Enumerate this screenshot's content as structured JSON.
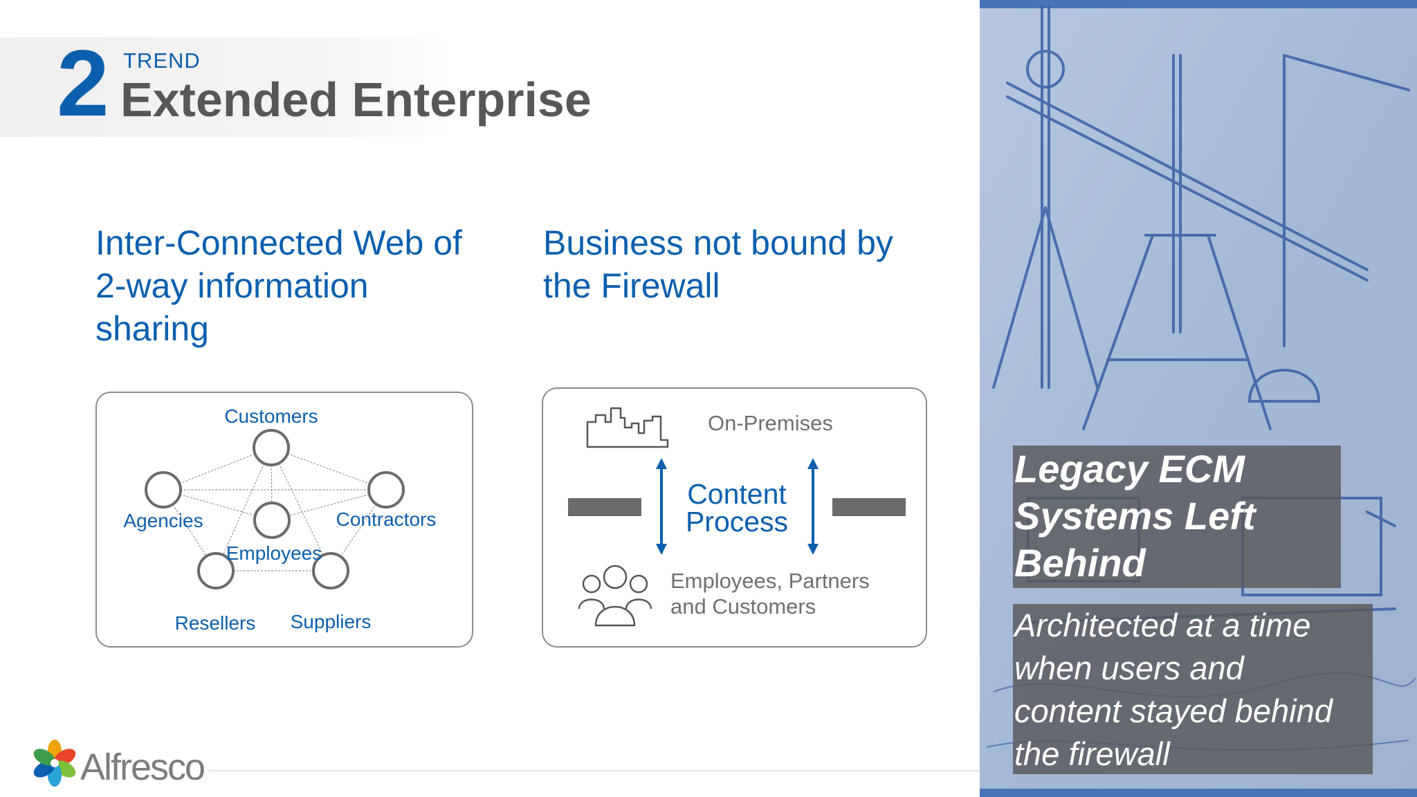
{
  "header": {
    "number": "2",
    "label": "TREND",
    "title": "Extended Enterprise"
  },
  "left_section": {
    "heading_lines": [
      "Inter-Connected Web of",
      "2-way information",
      "sharing"
    ],
    "nodes": [
      "Customers",
      "Agencies",
      "Contractors",
      "Employees",
      "Resellers",
      "Suppliers"
    ]
  },
  "right_section": {
    "heading_lines": [
      "Business not bound by",
      "the Firewall"
    ],
    "on_premises": "On-Premises",
    "center_lines": [
      "Content",
      "Process"
    ],
    "people_lines": [
      "Employees, Partners",
      "and Customers"
    ]
  },
  "image_caption": {
    "title_lines": [
      "Legacy ECM",
      "Systems Left",
      "Behind"
    ],
    "body_lines": [
      "Architected at a time",
      "when users and",
      "content stayed behind",
      "the firewall"
    ]
  },
  "footer": {
    "logo_text": "Alfresco"
  },
  "colors": {
    "brand_blue": "#0b5fae",
    "title_gray": "#555759",
    "caption_bg": "#58585a"
  }
}
